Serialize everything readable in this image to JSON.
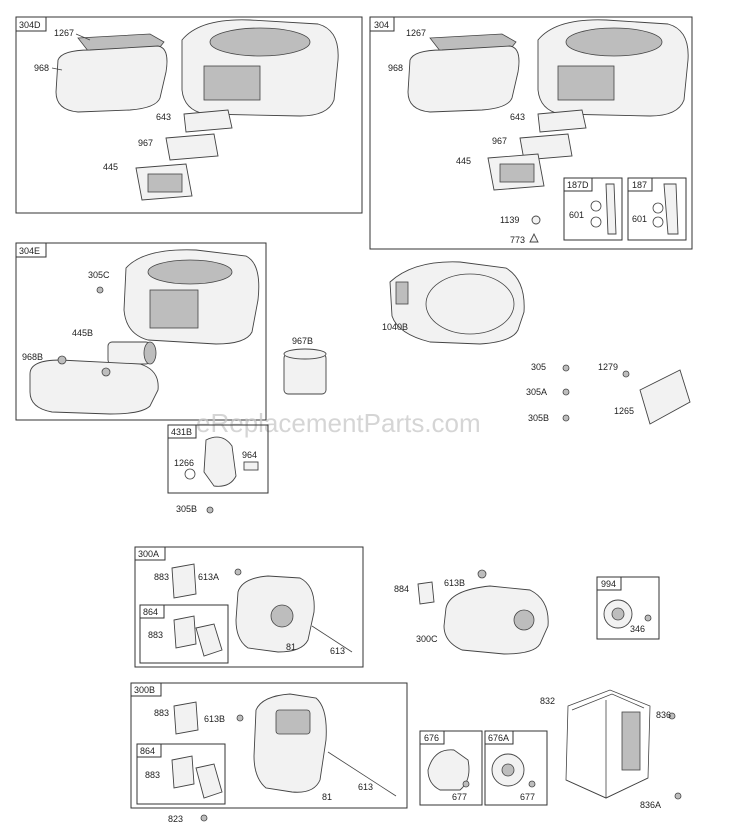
{
  "watermark": "eReplacementParts.com",
  "groups": {
    "g304D": "304D",
    "g304": "304",
    "g304E": "304E",
    "g431B": "431B",
    "g187D": "187D",
    "g187": "187",
    "g300A": "300A",
    "g864a": "864",
    "g300B": "300B",
    "g864b": "864",
    "g994": "994",
    "g676": "676",
    "g676A": "676A"
  },
  "labels": {
    "a1267": "1267",
    "a968": "968",
    "a643": "643",
    "a967": "967",
    "a445": "445",
    "b1267": "1267",
    "b968": "968",
    "b643": "643",
    "b967": "967",
    "b445": "445",
    "b1139": "1139",
    "b773": "773",
    "b601a": "601",
    "b601b": "601",
    "c305C": "305C",
    "c445B": "445B",
    "c968B": "968B",
    "c967B": "967B",
    "d1040B": "1040B",
    "d305": "305",
    "d305A": "305A",
    "d305B": "305B",
    "d1279": "1279",
    "d1265": "1265",
    "e1266": "1266",
    "e964": "964",
    "e305B": "305B",
    "f883a": "883",
    "f613A": "613A",
    "f883b": "883",
    "f81": "81",
    "f613": "613",
    "g884": "884",
    "g613B": "613B",
    "g300C": "300C",
    "g346": "346",
    "h883a": "883",
    "h613B": "613B",
    "h883b": "883",
    "h81": "81",
    "h613": "613",
    "h823": "823",
    "i677a": "677",
    "i677b": "677",
    "i832": "832",
    "i836": "836",
    "i836A": "836A"
  }
}
